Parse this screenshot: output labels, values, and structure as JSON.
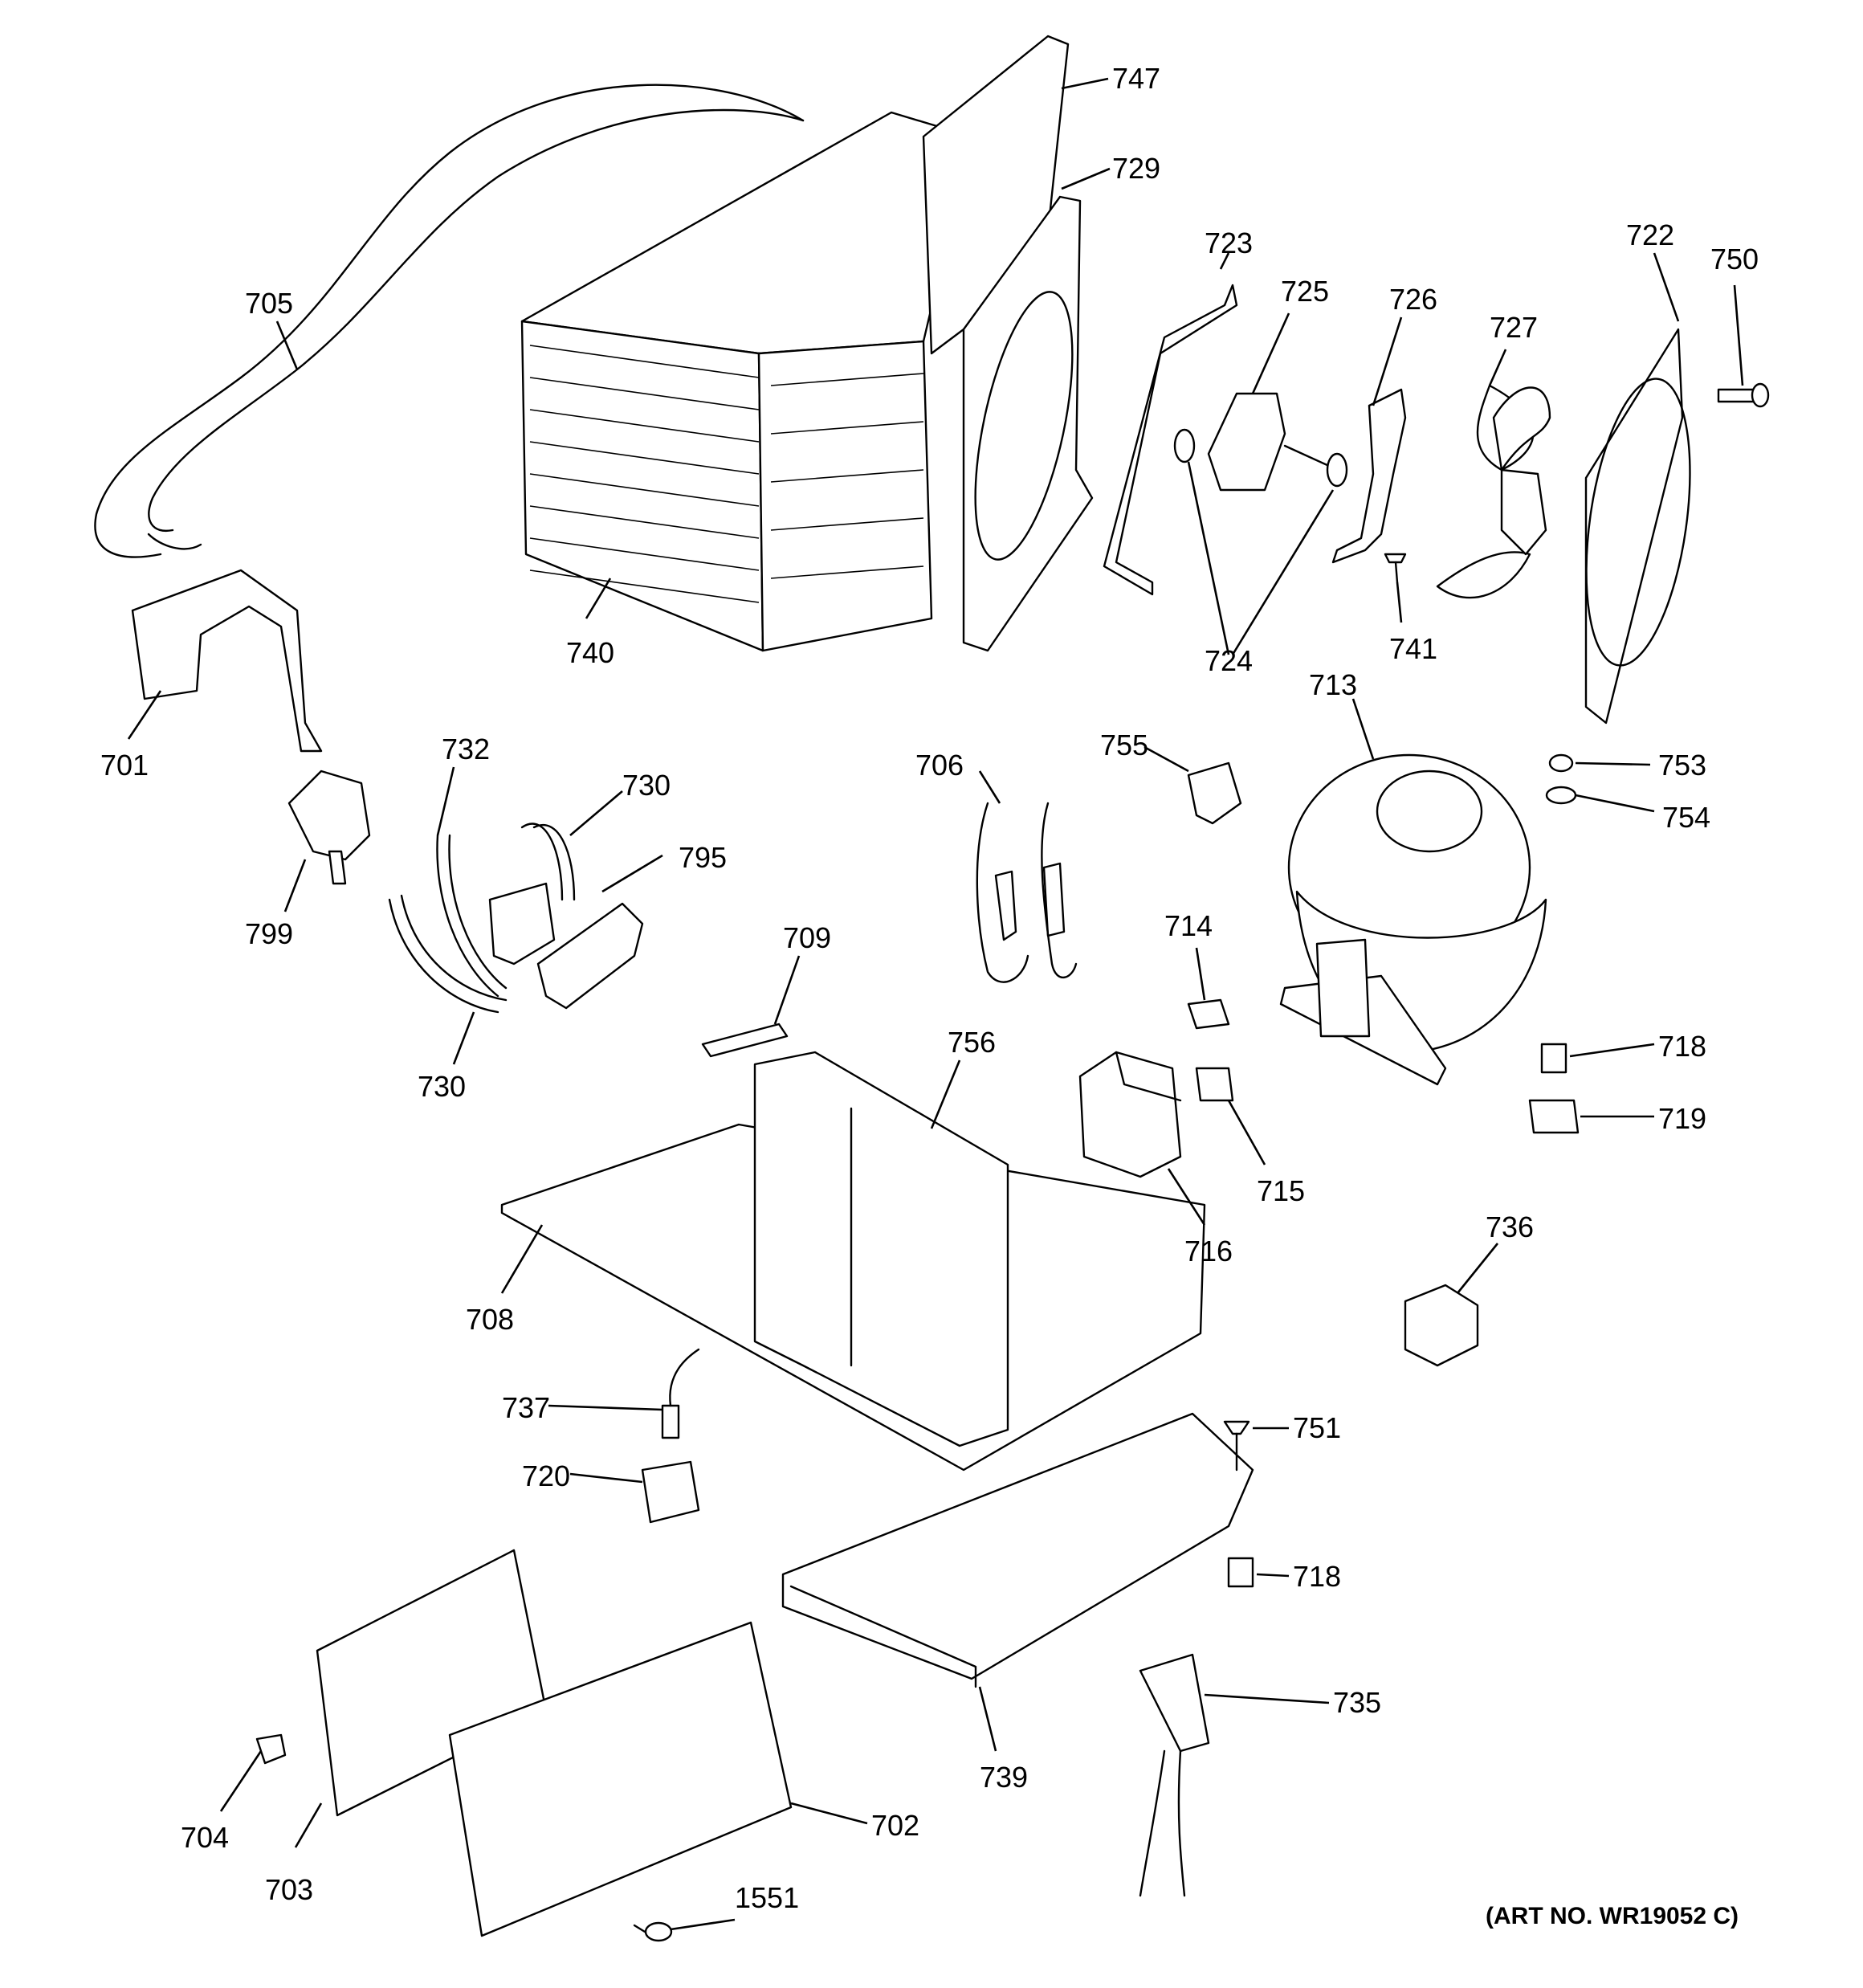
{
  "art_number": "(ART NO. WR19052 C)",
  "callouts": {
    "c747": "747",
    "c729": "729",
    "c723": "723",
    "c725": "725",
    "c726": "726",
    "c727": "727",
    "c722": "722",
    "c750": "750",
    "c705": "705",
    "c740": "740",
    "c724": "724",
    "c741": "741",
    "c701": "701",
    "c732": "732",
    "c730a": "730",
    "c795": "795",
    "c799": "799",
    "c730b": "730",
    "c706": "706",
    "c755": "755",
    "c713": "713",
    "c753": "753",
    "c754": "754",
    "c709": "709",
    "c714": "714",
    "c756": "756",
    "c718a": "718",
    "c719": "719",
    "c715": "715",
    "c716": "716",
    "c736": "736",
    "c708": "708",
    "c737": "737",
    "c751": "751",
    "c720": "720",
    "c718b": "718",
    "c735": "735",
    "c739": "739",
    "c704": "704",
    "c702": "702",
    "c703": "703",
    "c1551": "1551"
  }
}
